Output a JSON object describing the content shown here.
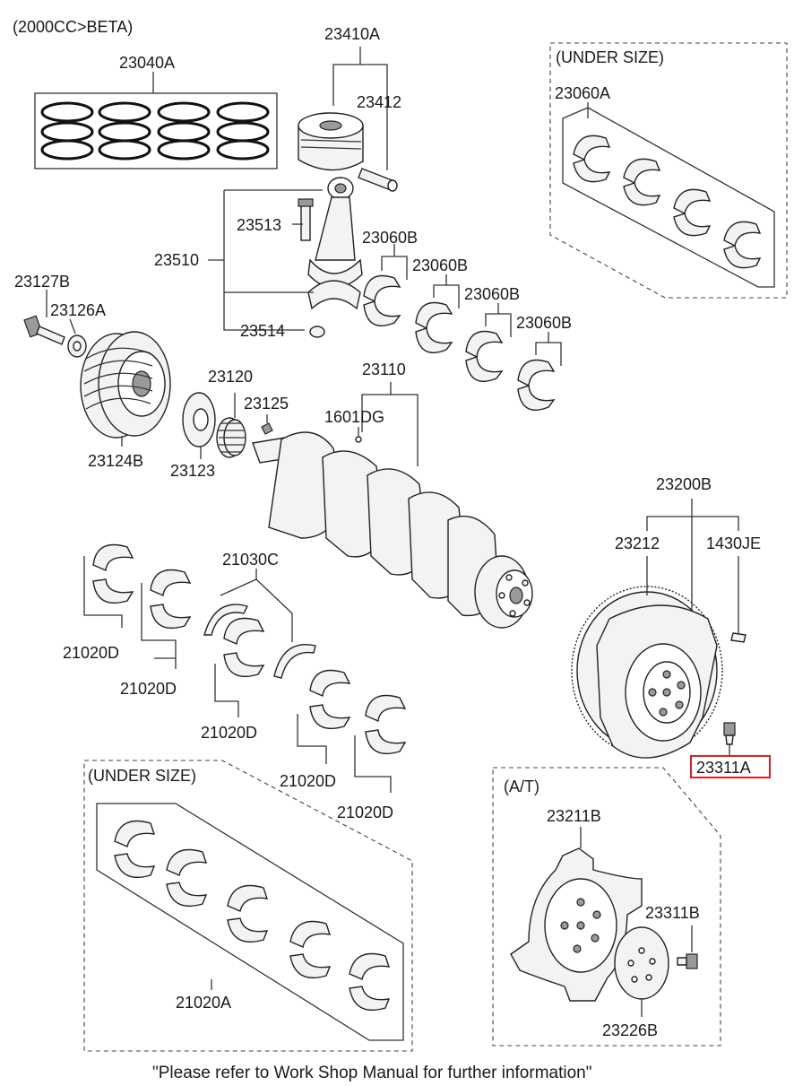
{
  "header": {
    "engine_label": "(2000CC>BETA)"
  },
  "groups": {
    "undersize_upper": "(UNDER SIZE)",
    "undersize_lower": "(UNDER SIZE)",
    "automatic": "(A/T)"
  },
  "parts": {
    "p23410A": "23410A",
    "p23040A": "23040A",
    "p23412": "23412",
    "p23060A": "23060A",
    "p23513": "23513",
    "p23060B_1": "23060B",
    "p23060B_2": "23060B",
    "p23060B_3": "23060B",
    "p23060B_4": "23060B",
    "p23510": "23510",
    "p23127B": "23127B",
    "p23126A": "23126A",
    "p23514": "23514",
    "p23110": "23110",
    "p23120": "23120",
    "p23125": "23125",
    "p1601DG": "1601DG",
    "p23124B": "23124B",
    "p23123": "23123",
    "p23200B": "23200B",
    "p23212": "23212",
    "p1430JE": "1430JE",
    "p21030C": "21030C",
    "p21020D_1": "21020D",
    "p21020D_2": "21020D",
    "p21020D_3": "21020D",
    "p21020D_4": "21020D",
    "p21020D_5": "21020D",
    "p23311A": "23311A",
    "p23211B": "23211B",
    "p23311B": "23311B",
    "p21020A": "21020A",
    "p23226B": "23226B"
  },
  "highlight": {
    "part": "23311A",
    "color": "#e02020"
  },
  "footer": {
    "note": "\"Please refer to Work Shop Manual for further information\""
  }
}
